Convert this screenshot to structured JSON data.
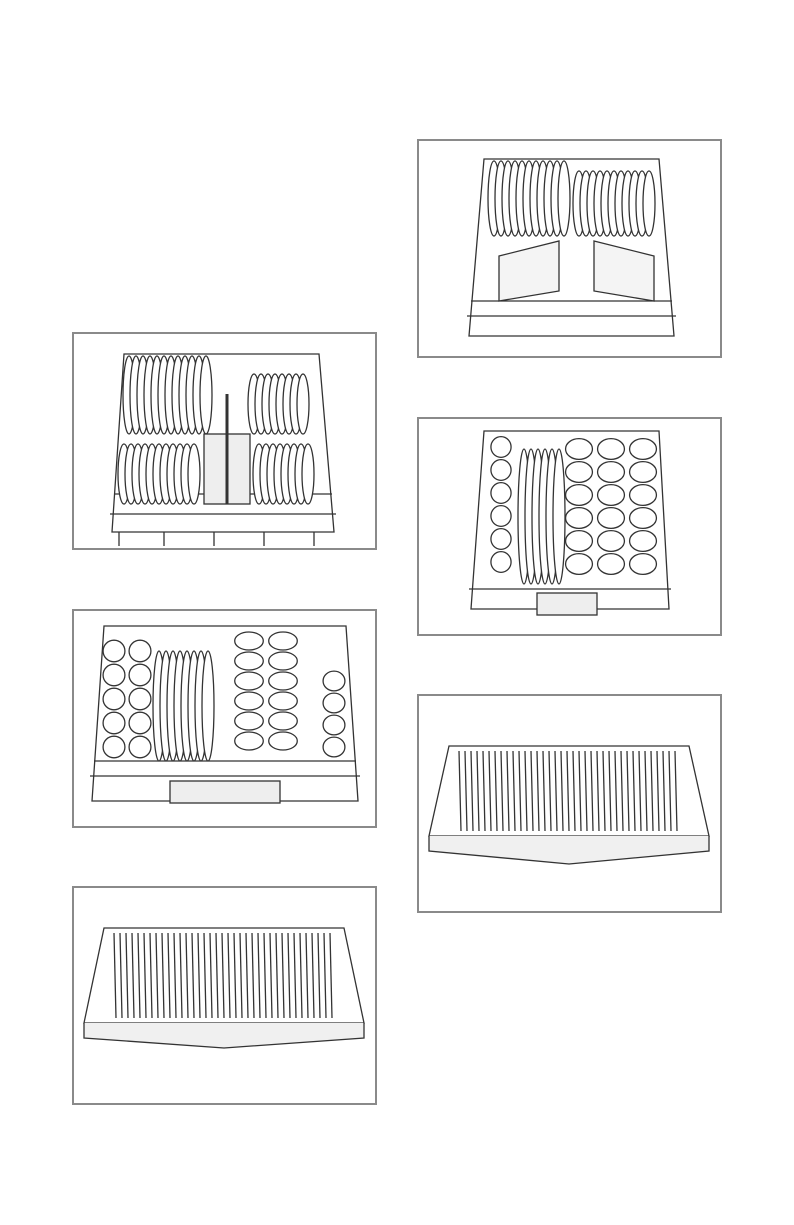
{
  "figures": [
    {
      "id": "upper-rack-plates-a",
      "kind": "rack-plates"
    },
    {
      "id": "lower-rack-bowls-cups-a",
      "kind": "rack-cups"
    },
    {
      "id": "cutlery-tray-a",
      "kind": "tray"
    },
    {
      "id": "upper-rack-plates-b",
      "kind": "rack-plates"
    },
    {
      "id": "lower-rack-bowls-cups-b",
      "kind": "rack-cups"
    },
    {
      "id": "cutlery-tray-b",
      "kind": "tray"
    }
  ],
  "colors": {
    "frame": "#8a8a8a",
    "line": "#333333",
    "fill": "#ffffff",
    "shade": "#e8e8e8"
  }
}
